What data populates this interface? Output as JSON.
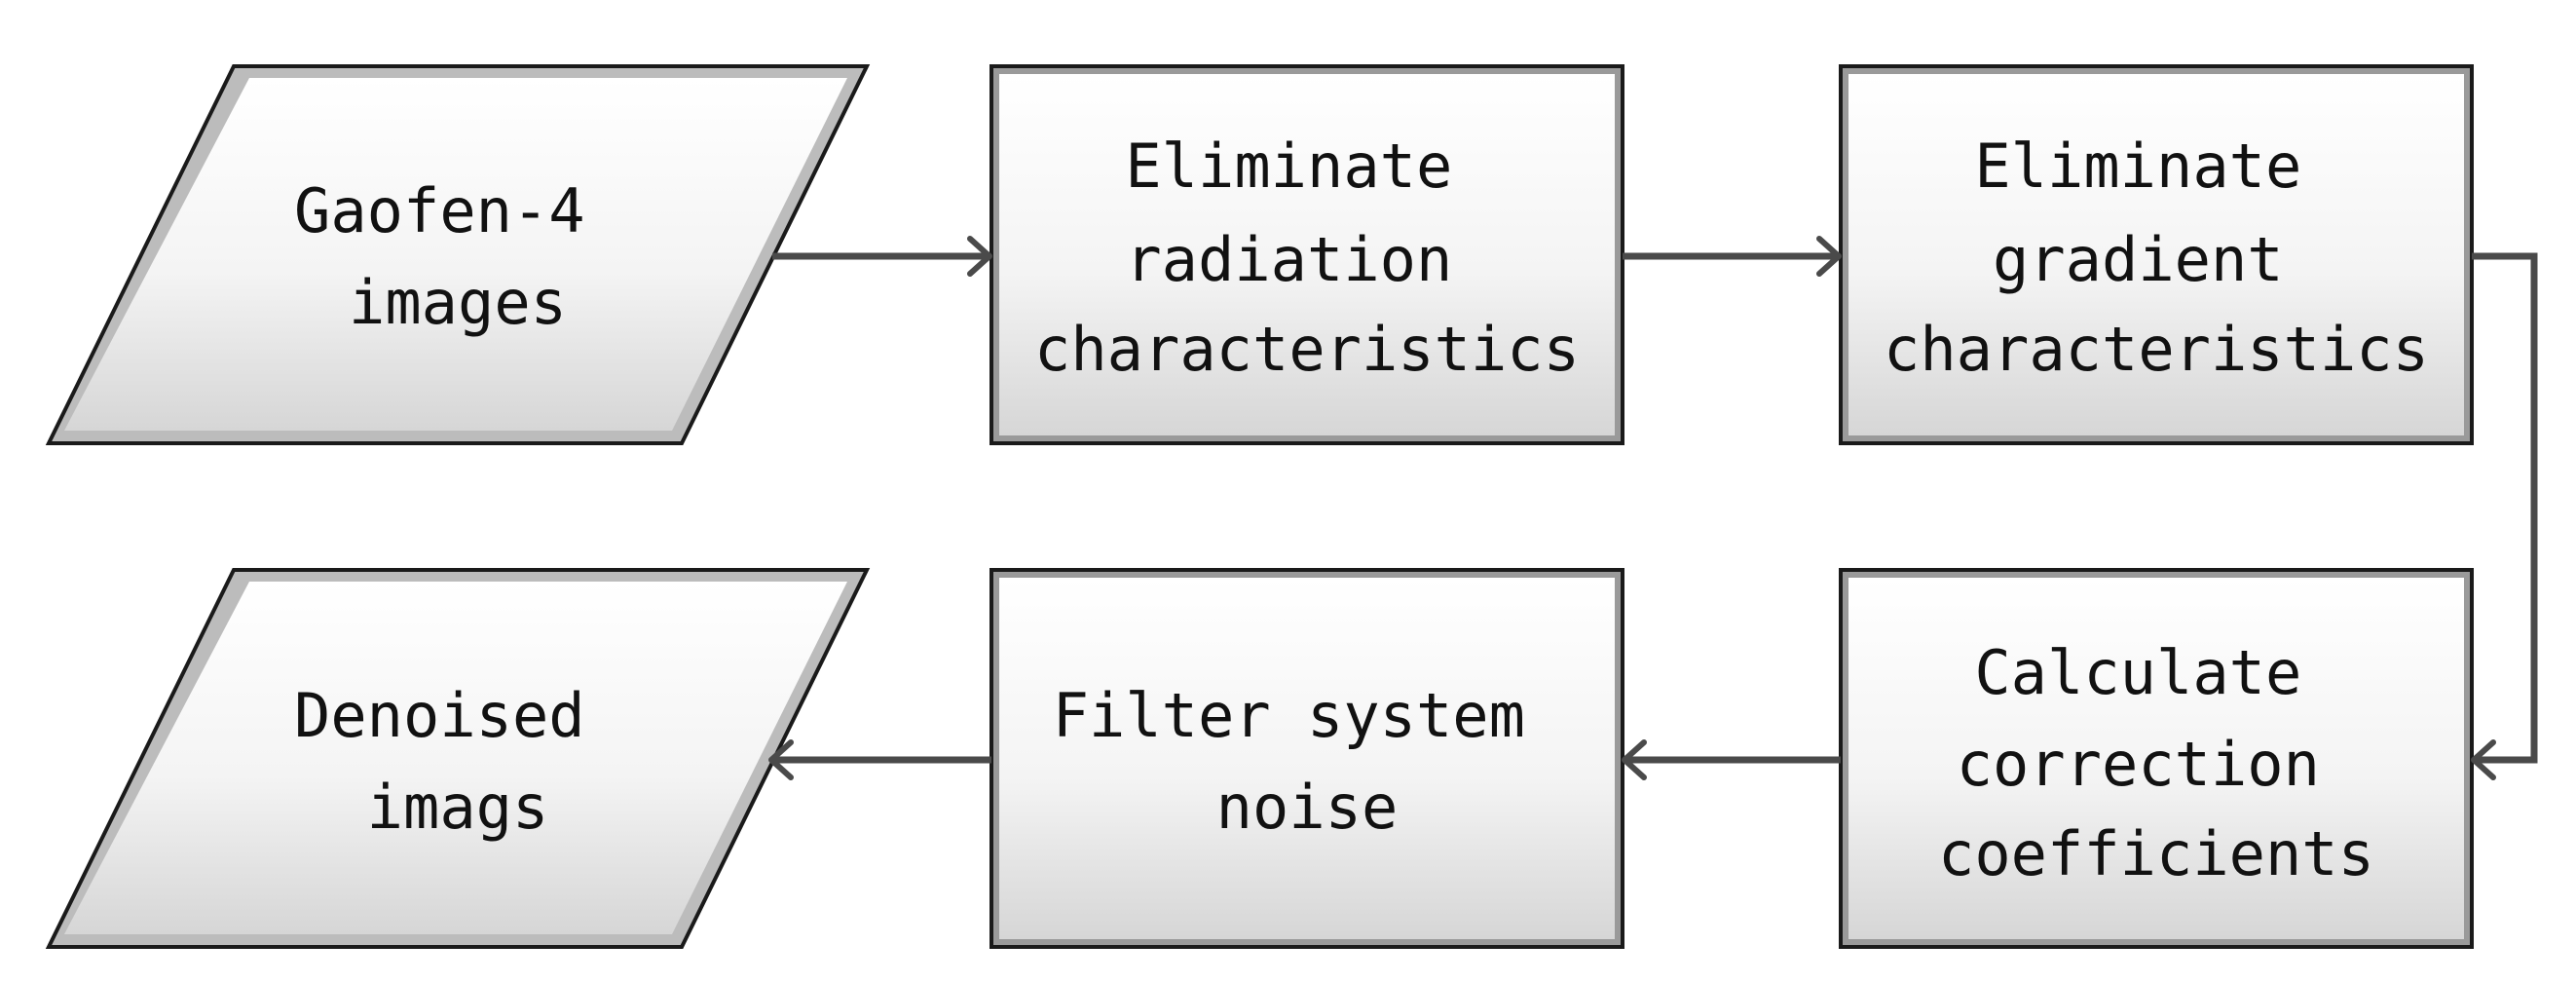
{
  "nodes": {
    "input": {
      "shape": "parallelogram",
      "lines": [
        "Gaofen-4",
        "images"
      ]
    },
    "radiation": {
      "shape": "box",
      "lines": [
        "Eliminate",
        "radiation",
        "characteristics"
      ]
    },
    "gradient": {
      "shape": "box",
      "lines": [
        "Eliminate",
        "gradient",
        "characteristics"
      ]
    },
    "coefficients": {
      "shape": "box",
      "lines": [
        "Calculate",
        "correction",
        "coefficients"
      ]
    },
    "filter": {
      "shape": "box",
      "lines": [
        "Filter system",
        "noise"
      ]
    },
    "output": {
      "shape": "parallelogram",
      "lines": [
        "Denoised",
        "imags"
      ]
    }
  },
  "edges": [
    {
      "from": "input",
      "to": "radiation"
    },
    {
      "from": "radiation",
      "to": "gradient"
    },
    {
      "from": "gradient",
      "to": "coefficients"
    },
    {
      "from": "coefficients",
      "to": "filter"
    },
    {
      "from": "filter",
      "to": "output"
    }
  ],
  "colors": {
    "fill_light": "#fafafa",
    "bevel_light": "#ffffff",
    "bevel_dark": "#8c8c8c",
    "edge": "#4a4a4a",
    "text": "#111111"
  }
}
